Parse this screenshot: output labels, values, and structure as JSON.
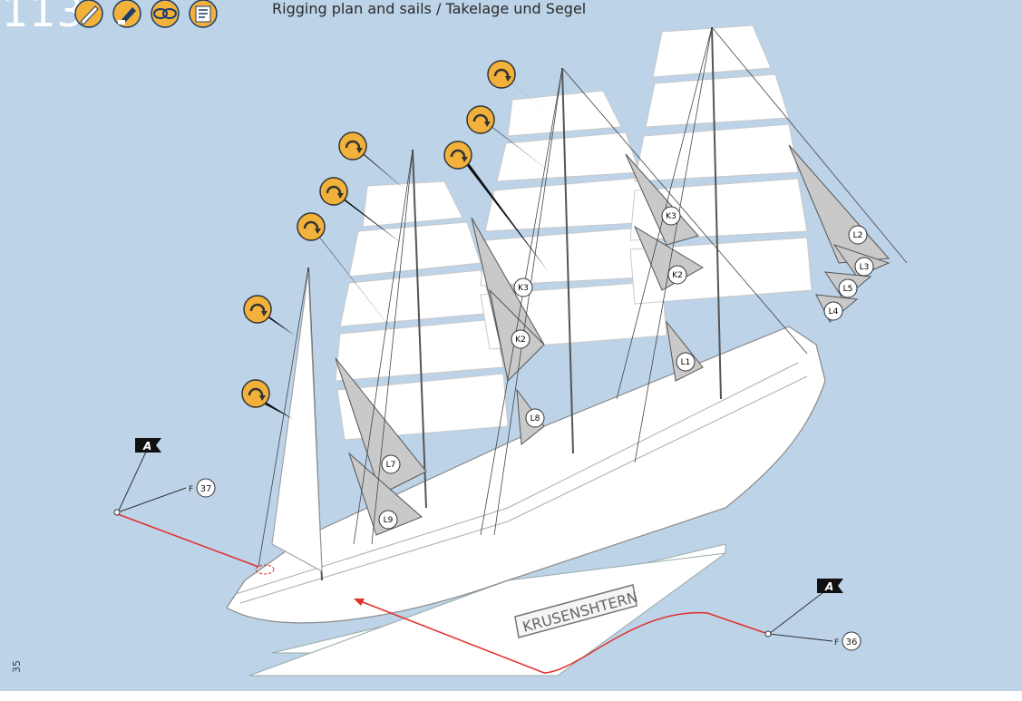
{
  "header": {
    "step_number": "113",
    "title": "Rigging plan and sails / Takelage und Segel",
    "tool_icons": [
      "brush-icon",
      "glue-icon",
      "rope-icon",
      "instruction-icon"
    ]
  },
  "page_number": "35",
  "hull_name": "KRUSENSHTERN",
  "colors": {
    "background": "#bcd3e8",
    "badge": "#f2b13b",
    "rope": "#e0302a",
    "sail": "#ffffff",
    "stay_sail": "#c9c9c9"
  },
  "markers": {
    "anchor_left": "A",
    "anchor_right": "A",
    "point_left": "F",
    "point_left_num": "37",
    "point_right": "F",
    "point_right_num": "36"
  },
  "sail_labels": {
    "k3_a": "K3",
    "k2_a": "K2",
    "l8": "L8",
    "l7": "L7",
    "l9": "L9",
    "k3_b": "K3",
    "k2_b": "K2",
    "l1": "L1",
    "l2": "L2",
    "l3": "L3",
    "l5": "L5",
    "l4": "L4"
  }
}
